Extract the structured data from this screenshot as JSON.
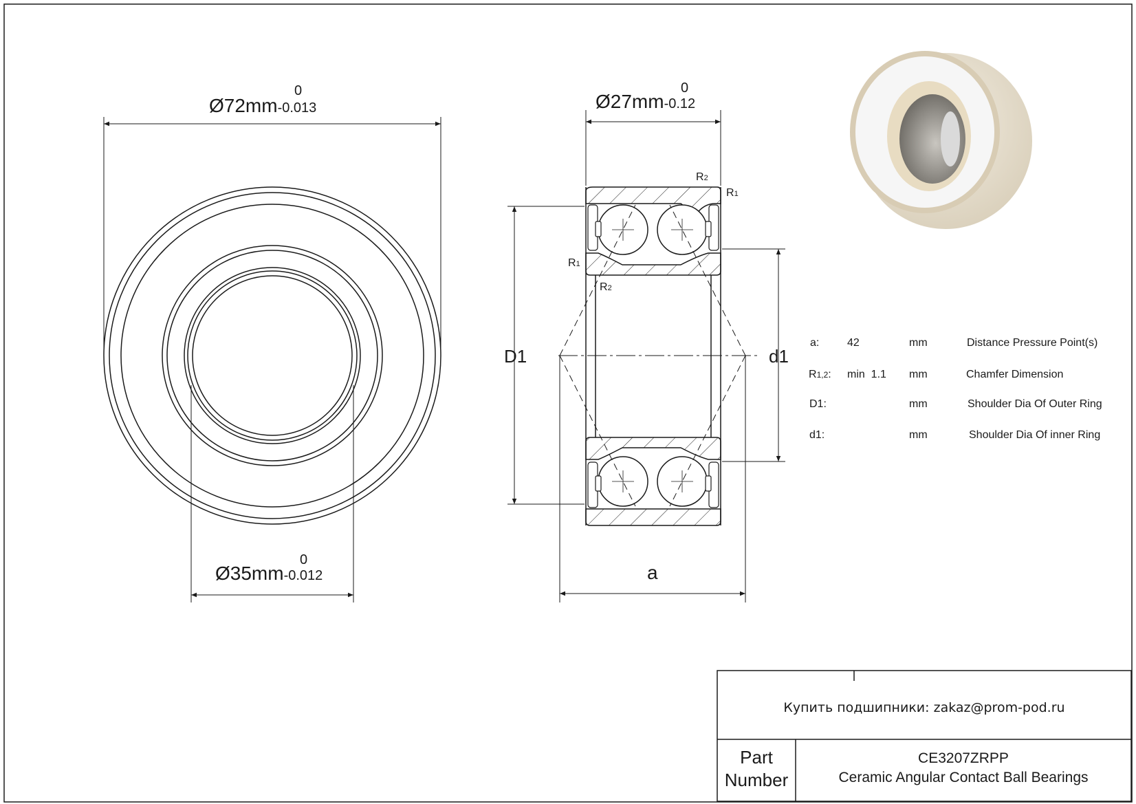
{
  "front_view": {
    "outer_dia": {
      "prefix": "Ø72mm",
      "upper": "0",
      "lower": "-0.013"
    },
    "bore_dia": {
      "prefix": "Ø35mm",
      "upper": "0",
      "lower": "-0.012"
    }
  },
  "section_view": {
    "width": {
      "prefix": "Ø27mm",
      "upper": "0",
      "lower": "-0.12"
    },
    "labels": {
      "D1": "D1",
      "d1": "d1",
      "a": "a",
      "R1": "R",
      "R1_sub": "1",
      "R2": "R",
      "R2_sub": "2"
    }
  },
  "spec_table": {
    "rows": [
      {
        "symbol": "a:",
        "value": "42",
        "unit": "mm",
        "description": "Distance Pressure Point(s)"
      },
      {
        "symbol_main": "R",
        "symbol_sub": "1,2",
        "symbol_tail": ":",
        "value": "min  1.1",
        "unit": "mm",
        "description": "Chamfer Dimension"
      },
      {
        "symbol": "D1:",
        "value": "",
        "unit": "mm",
        "description": "Shoulder Dia Of Outer Ring"
      },
      {
        "symbol": "d1:",
        "value": "",
        "unit": "mm",
        "description": "Shoulder Dia Of inner Ring"
      }
    ]
  },
  "title_block": {
    "contact": "Купить подшипники: zakaz@prom-pod.ru",
    "part_label_line1": "Part",
    "part_label_line2": "Number",
    "part_number": "CE3207ZRPP",
    "part_description": "Ceramic Angular Contact Ball Bearings"
  },
  "colors": {
    "line": "#1a1a1a",
    "ceramic_outer": "#ebe3d2",
    "ceramic_face": "#f5f4f2"
  }
}
